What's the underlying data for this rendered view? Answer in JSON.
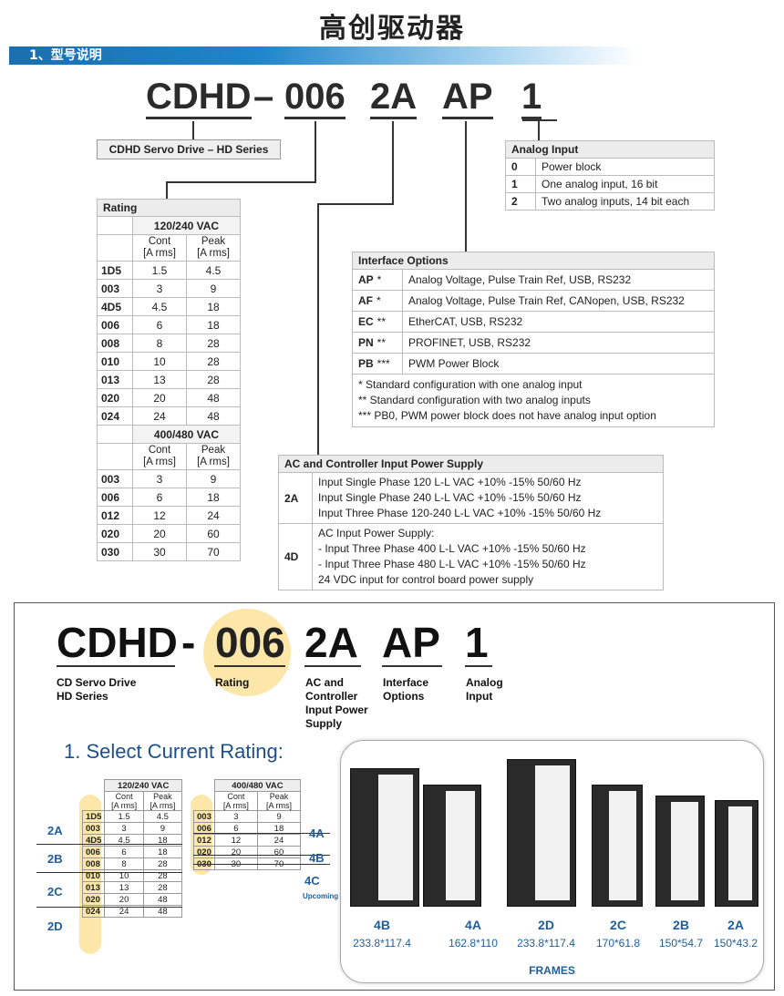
{
  "page": {
    "title": "高创驱动器",
    "section": "1、型号说明"
  },
  "code": {
    "p1": "CDHD",
    "dash": "–",
    "p2": "006",
    "p3": "2A",
    "p4": "AP",
    "p5": "1"
  },
  "series_label": "CDHD Servo Drive – HD Series",
  "analog": {
    "title": "Analog Input",
    "rows": [
      [
        "0",
        "Power block"
      ],
      [
        "1",
        "One analog input, 16 bit"
      ],
      [
        "2",
        "Two analog inputs, 14 bit each"
      ]
    ]
  },
  "rating": {
    "title": "Rating",
    "g1": "120/240 VAC",
    "g2": "400/480 VAC",
    "cont": "Cont",
    "peak": "Peak",
    "unit": "[A rms]",
    "rows1": [
      [
        "1D5",
        "1.5",
        "4.5"
      ],
      [
        "003",
        "3",
        "9"
      ],
      [
        "4D5",
        "4.5",
        "18"
      ],
      [
        "006",
        "6",
        "18"
      ],
      [
        "008",
        "8",
        "28"
      ],
      [
        "010",
        "10",
        "28"
      ],
      [
        "013",
        "13",
        "28"
      ],
      [
        "020",
        "20",
        "48"
      ],
      [
        "024",
        "24",
        "48"
      ]
    ],
    "rows2": [
      [
        "003",
        "3",
        "9"
      ],
      [
        "006",
        "6",
        "18"
      ],
      [
        "012",
        "12",
        "24"
      ],
      [
        "020",
        "20",
        "60"
      ],
      [
        "030",
        "30",
        "70"
      ]
    ]
  },
  "iface": {
    "title": "Interface Options",
    "rows": [
      [
        "AP",
        "*",
        "Analog Voltage, Pulse Train Ref, USB, RS232"
      ],
      [
        "AF",
        "*",
        "Analog Voltage, Pulse Train Ref, CANopen, USB, RS232"
      ],
      [
        "EC",
        "**",
        "EtherCAT, USB, RS232"
      ],
      [
        "PN",
        "**",
        "PROFINET, USB, RS232"
      ],
      [
        "PB",
        "***",
        "PWM Power Block"
      ]
    ],
    "notes": [
      "* Standard configuration with one analog input",
      "** Standard configuration with two analog inputs",
      "*** PB0, PWM power block does not have analog input option"
    ]
  },
  "acin": {
    "title": "AC and Controller Input Power Supply",
    "r1k": "2A",
    "r1": [
      "Input Single Phase 120 L-L VAC +10% -15% 50/60 Hz",
      "Input Single Phase 240 L-L VAC +10% -15% 50/60 Hz",
      "Input Three Phase 120-240 L-L VAC +10% -15% 50/60 Hz"
    ],
    "r2k": "4D",
    "r2": [
      "AC Input Power Supply:",
      "-  Input Three Phase 400 L-L VAC +10% -15% 50/60 Hz",
      "-  Input Three Phase 480 L-L VAC +10% -15% 50/60 Hz",
      "24 VDC input for control board power supply"
    ]
  },
  "lower": {
    "c1": "CDHD",
    "c2": "-",
    "c3": "006",
    "c4": "2A",
    "c5": "AP",
    "c6": "1",
    "l1": [
      "CD Servo Drive",
      "HD Series"
    ],
    "l2": "Rating",
    "l3": [
      "AC and",
      "Controller",
      "Input Power",
      "Supply"
    ],
    "l4": [
      "Interface",
      "Options"
    ],
    "l5": [
      "Analog",
      "Input"
    ],
    "select": "1. Select Current Rating:",
    "groups_left": [
      "2A",
      "2B",
      "2C",
      "2D"
    ],
    "groups_right": [
      "4A",
      "4B",
      "4C"
    ],
    "upcoming": "Upcoming",
    "frames": [
      [
        "4B",
        "233.8*117.4"
      ],
      [
        "4A",
        "162.8*110"
      ],
      [
        "2D",
        "233.8*117.4"
      ],
      [
        "2C",
        "170*61.8"
      ],
      [
        "2B",
        "150*54.7"
      ],
      [
        "2A",
        "150*43.2"
      ]
    ],
    "frames_label": "FRAMES"
  }
}
